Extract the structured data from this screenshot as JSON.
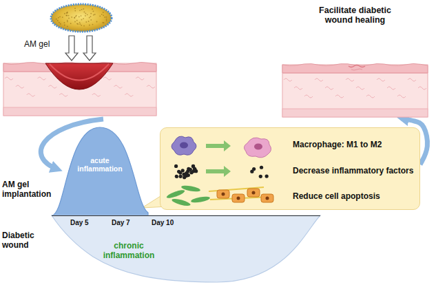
{
  "diagram": {
    "nodes": [
      {
        "text": [
          "AM gel"
        ]
      },
      {
        "text": [
          "Facilitate diabetic wound healing"
        ]
      },
      {
        "text": [
          "acute inflammation"
        ]
      },
      {
        "text": [
          "chronic inflammation"
        ]
      },
      {
        "text": [
          "Macrophage: M1 to M2",
          "Decrease inflammatory factors",
          "Reduce cell apoptosis"
        ]
      }
    ],
    "edges": [
      {
        "from": 4,
        "to": 1,
        "arrow": "to"
      }
    ],
    "labels": [
      "AM gel implantation",
      "Diabetic wound",
      "Day 5",
      "Day 7",
      "Day 10"
    ]
  }
}
